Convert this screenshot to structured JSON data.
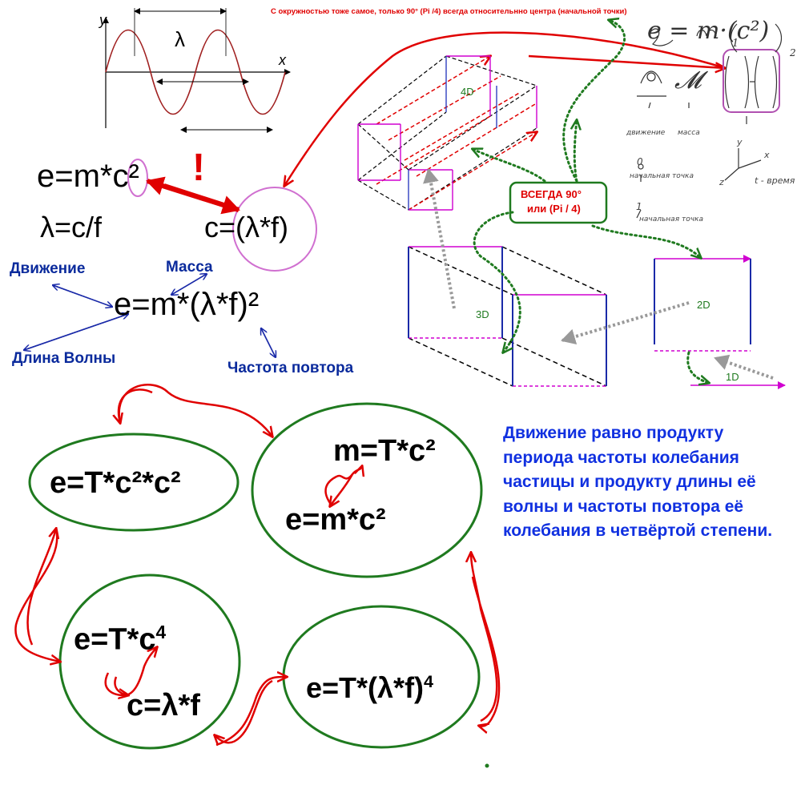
{
  "top_note": "С окружностью тоже самое, только 90° (Pi /4) всегда относительнно центра (начальной точки)",
  "wave": {
    "y_label": "y",
    "x_label": "x",
    "lambda": "λ"
  },
  "formulas": {
    "emc": "e=m*c²",
    "exclaim": "!",
    "lambda_cf": "λ=c/f",
    "c_lf": "c=(λ*f)",
    "e_ml": "e=m*(λ*f)²"
  },
  "labels": {
    "motion": "Движение",
    "mass": "Масса",
    "wavelength": "Длина Волны",
    "frequency": "Частота повтора"
  },
  "dimensions": {
    "d4": "4D",
    "d3": "3D",
    "d2": "2D",
    "d1": "1D"
  },
  "always_box": {
    "line1": "ВСЕГДА 90°",
    "line2": "или (Pi / 4)"
  },
  "handwritten": {
    "formula1": "e = m·(c²)",
    "formula2": "𝓜",
    "motion": "движение",
    "mass": "масса",
    "zero": "0",
    "start_point0": "начальная точка",
    "one": "1",
    "start_point1": "начальная точка",
    "axis_x": "x",
    "axis_y": "y",
    "axis_z": "z",
    "time": "t - время",
    "idx1": "1",
    "idx2": "2"
  },
  "cycle": {
    "e1": "e=T*c²*c²",
    "m1": "m=T*c²",
    "e2": "e=m*c²",
    "e3_base": "e=T*c",
    "e3_exp": "4",
    "c1": "c=λ*f",
    "e4_base": "e=T*(λ*f)",
    "e4_exp": "4"
  },
  "description": "Движение равно продукту периода частоты колебания частицы и продукту длины её волны и частоты повтора её колебания в четвёртой степени."
}
